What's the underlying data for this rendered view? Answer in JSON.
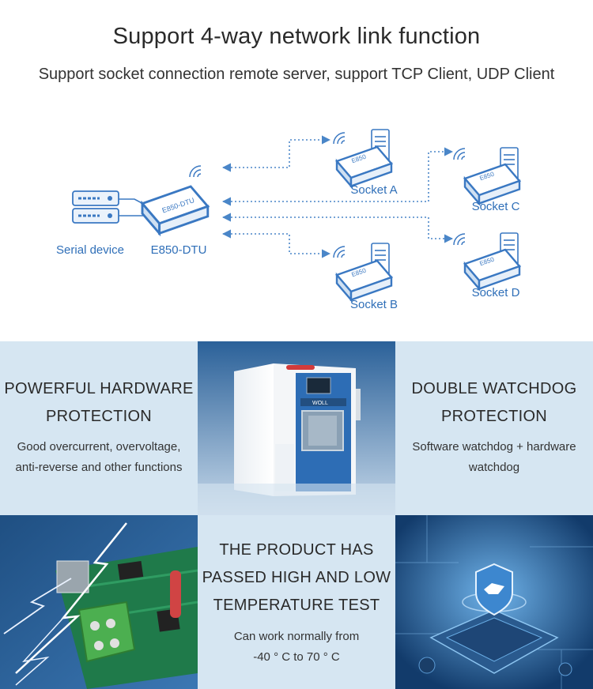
{
  "header": {
    "title": "Support 4-way network link function",
    "subtitle": "Support socket connection remote server, support TCP Client, UDP Client"
  },
  "diagram": {
    "serial_device_label": "Serial device",
    "dtu_label": "E850-DTU",
    "dtu_module_text": "E850-DTU",
    "socket_module_text": "E850",
    "sockets": [
      {
        "label": "Socket A"
      },
      {
        "label": "Socket B"
      },
      {
        "label": "Socket C"
      },
      {
        "label": "Socket D"
      }
    ],
    "colors": {
      "accent": "#2f6fb8",
      "device": "#3a78c2",
      "line": "#4a86c8"
    }
  },
  "features": {
    "hardware": {
      "title_line1": "POWERFUL HARDWARE",
      "title_line2": "PROTECTION",
      "desc_line1": "Good overcurrent, overvoltage,",
      "desc_line2": "anti-reverse and other functions"
    },
    "watchdog": {
      "title_line1": "DOUBLE WATCHDOG",
      "title_line2": "PROTECTION",
      "desc_line1": "Software watchdog + hardware",
      "desc_line2": "watchdog"
    },
    "temperature": {
      "title_line1": "THE PRODUCT HAS",
      "title_line2": "PASSED HIGH AND LOW",
      "title_line3": "TEMPERATURE TEST",
      "desc_line1": "Can work normally from",
      "desc_line2": "-40 ° C to 70 ° C"
    },
    "chamber_brand": "WOLL",
    "colors": {
      "light_panel": "#d6e6f2",
      "dark_panel": "#2a5f95"
    }
  }
}
